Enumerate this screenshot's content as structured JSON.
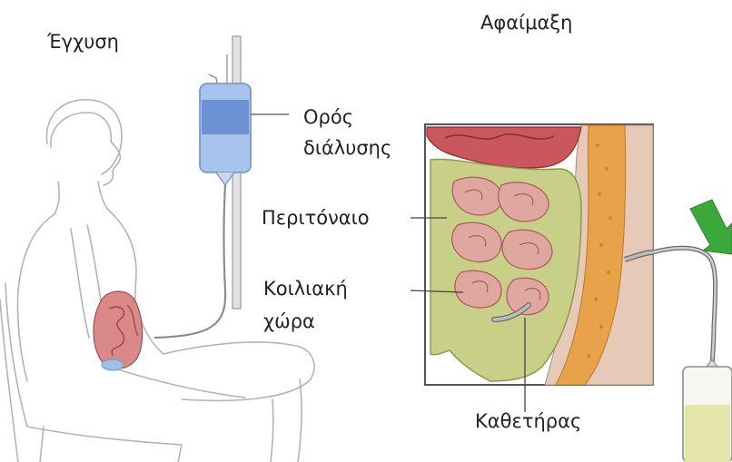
{
  "headings": {
    "infusion": "Έγχυση",
    "drainage": "Αφαίμαξη"
  },
  "labels": {
    "solution_line1": "Ορός",
    "solution_line2": "διάλυσης",
    "peritoneum": "Περιτόναιο",
    "cavity_line1": "Κοιλιακή",
    "cavity_line2": "χώρα",
    "catheter": "Καθετήρας"
  },
  "colors": {
    "outline": "#b4b4b4",
    "solution_blue": "#a9c4ec",
    "solution_dark": "#5d86cf",
    "intestine_pink": "#d98a88",
    "intestine_red": "#a24a4d",
    "fluid_green": "#c8cf86",
    "fat_orange": "#e8a34a",
    "skin": "#e7c9b8",
    "arrow_green": "#3aa83a",
    "drain_fluid": "#e4e6a9"
  }
}
